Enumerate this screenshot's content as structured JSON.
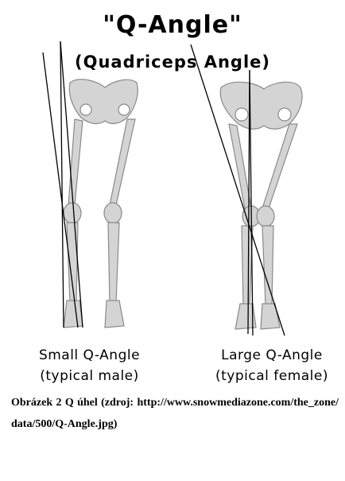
{
  "figure": {
    "title": "\"Q-Angle\"",
    "subtitle": "(Quadriceps Angle)",
    "left_label_line1": "Small Q-Angle",
    "left_label_line2": "(typical male)",
    "right_label_line1": "Large Q-Angle",
    "right_label_line2": "(typical female)"
  },
  "caption": {
    "text": "Obrázek 2 Q úhel (zdroj: http://www.snowmediazone.com/the_zone/data/500/Q-Angle.jpg)"
  },
  "colors": {
    "bone_fill": "#d4d4d4",
    "bone_stroke": "#8a8a8a",
    "line": "#000000",
    "background": "#ffffff"
  }
}
